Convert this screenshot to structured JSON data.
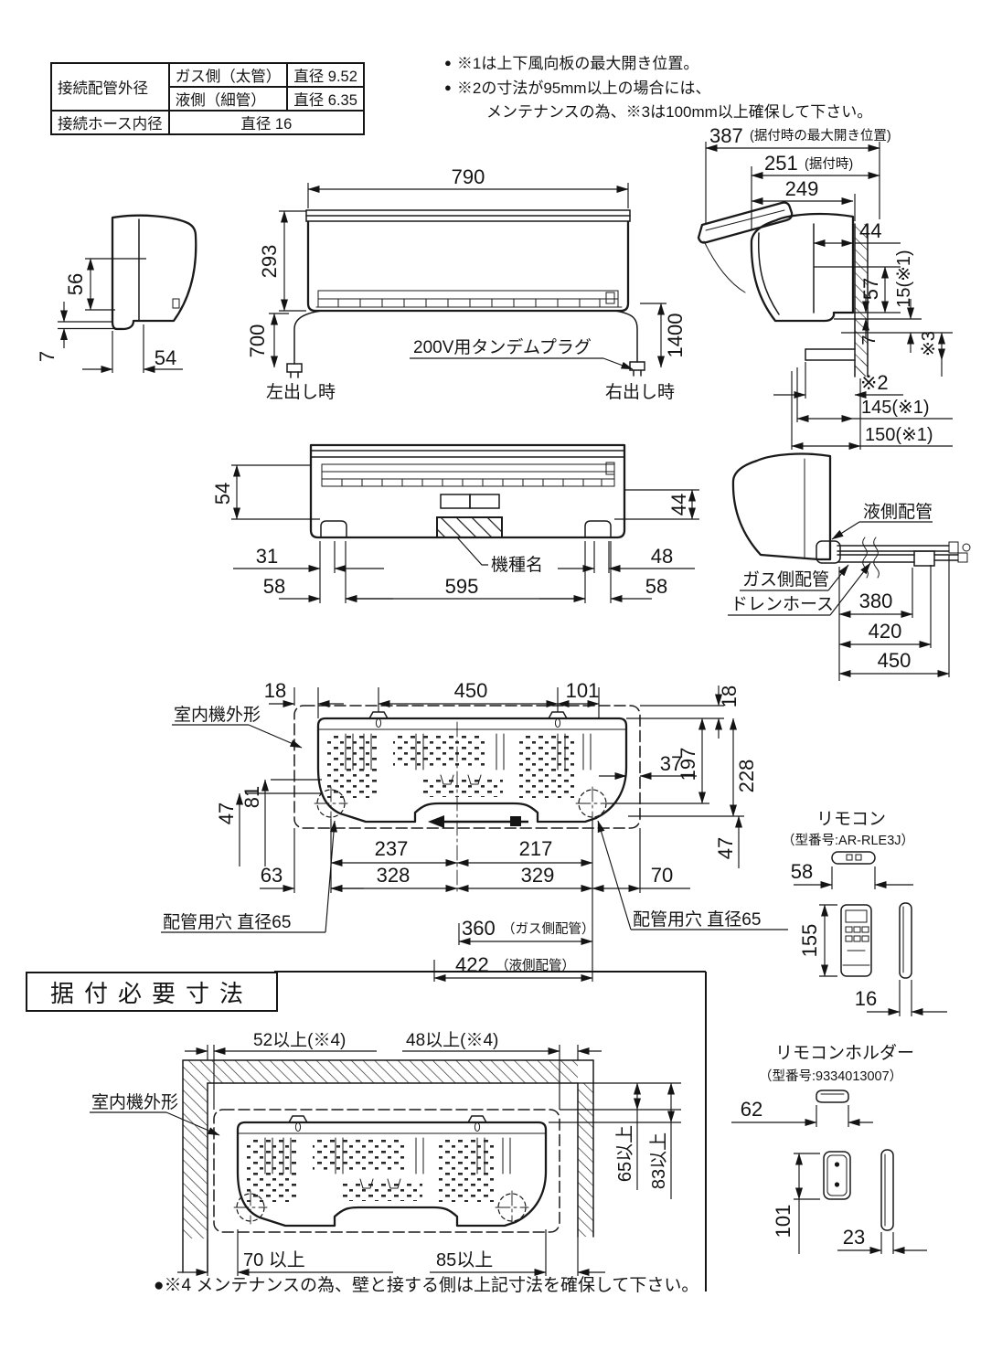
{
  "spec_table": {
    "r1c1": "接続配管外径",
    "r1c2": "ガス側（太管）",
    "r1c3": "直径 9.52",
    "r2c2": "液側（細管）",
    "r2c3": "直径 6.35",
    "r3c1": "接続ホース内径",
    "r3c2": "直径 16"
  },
  "notes": {
    "bullet": "●",
    "n1": "※1は上下風向板の最大開き位置。",
    "n2": "※2の寸法が95mm以上の場合には、",
    "n3": "メンテナンスの為、※3は100mm以上確保して下さい。"
  },
  "front_view": {
    "w": "790",
    "h": "293",
    "cord_left": "700",
    "cord_right": "1400",
    "plug_label": "200V用タンデムプラグ",
    "left_out": "左出し時",
    "right_out": "右出し時"
  },
  "left_view": {
    "d56": "56",
    "d7": "7",
    "d54": "54"
  },
  "right_view": {
    "d387": "387",
    "d387_note": "(据付時の最大開き位置)",
    "d251": "251",
    "d251_note": "(据付時)",
    "d249": "249",
    "d44": "44",
    "d57": "57",
    "d15": "15(※1)",
    "d7": "7",
    "s3": "※3",
    "s2": "※2",
    "d145": "145(※1)",
    "d150": "150(※1)"
  },
  "top_view": {
    "d54": "54",
    "d44": "44",
    "d31": "31",
    "d48": "48",
    "d58l": "58",
    "d595": "595",
    "d58r": "58",
    "model_label": "機種名"
  },
  "pipe_view": {
    "liquid": "液側配管",
    "gas": "ガス側配管",
    "drain": "ドレンホース",
    "d380": "380",
    "d420": "420",
    "d450": "450"
  },
  "rear_view": {
    "outline_label": "室内機外形",
    "d18l": "18",
    "d450": "450",
    "d101": "101",
    "d18r": "18",
    "d47l": "47",
    "d81": "81",
    "d37": "37",
    "d197": "197",
    "d228": "228",
    "d237": "237",
    "d217": "217",
    "d63": "63",
    "d328": "328",
    "d329": "329",
    "d70": "70",
    "d47r": "47",
    "d360": "360",
    "d360_note": "（ガス側配管）",
    "d422": "422",
    "d422_note": "（液側配管）",
    "hole_left": "配管用穴 直径65",
    "hole_right": "配管用穴 直径65"
  },
  "remote": {
    "title": "リモコン",
    "model": "（型番号:AR-RLE3J）",
    "d58": "58",
    "d155": "155",
    "d16": "16"
  },
  "install": {
    "header": "据付必要寸法",
    "d52": "52以上(※4)",
    "d48": "48以上(※4)",
    "outline_label": "室内機外形",
    "d65": "65以上",
    "d83": "83以上",
    "d70": "70 以上",
    "d85": "85以上",
    "note": "●※4 メンテナンスの為、壁と接する側は上記寸法を確保して下さい。"
  },
  "holder": {
    "title": "リモコンホルダー",
    "model": "（型番号:9334013007）",
    "d62": "62",
    "d101": "101",
    "d23": "23"
  }
}
